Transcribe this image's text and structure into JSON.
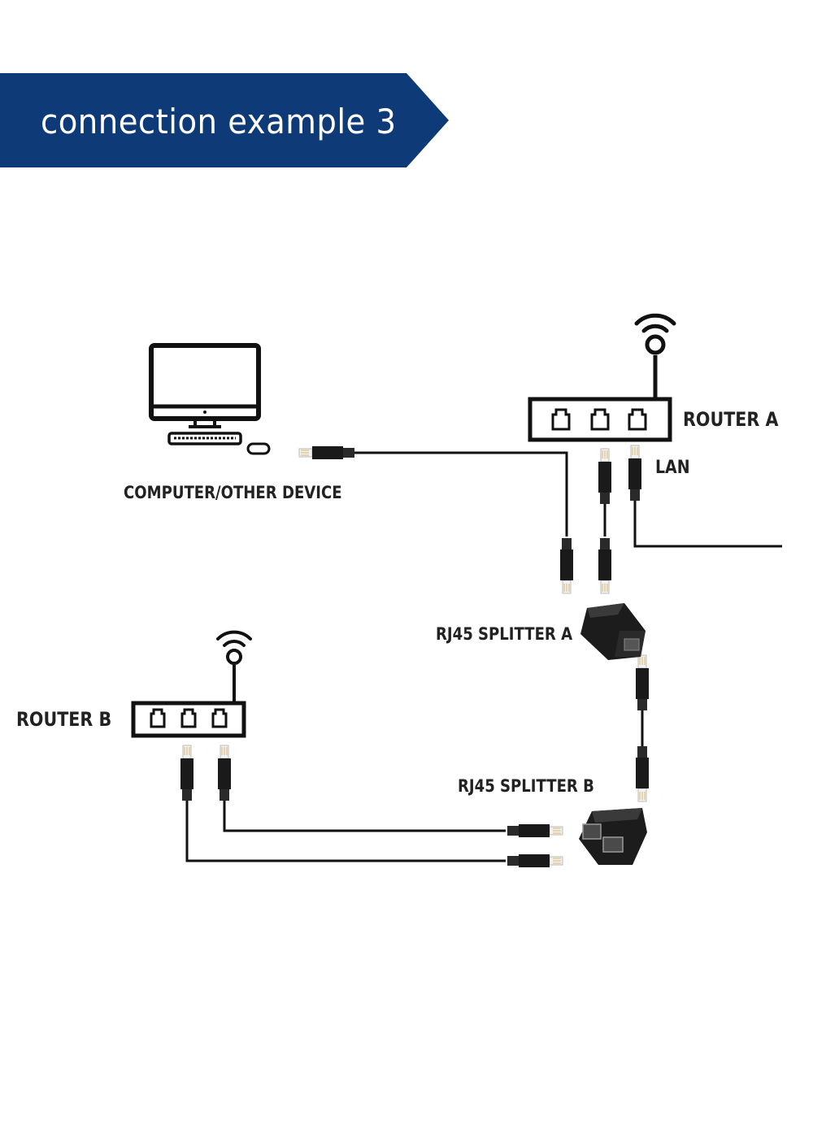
{
  "banner": {
    "title": "connection  example  3",
    "color": "#0e3a78"
  },
  "labels": {
    "computer": "COMPUTER/OTHER DEVICE",
    "router_a": "ROUTER  A",
    "lan": "LAN",
    "splitter_a": "RJ45 SPLITTER A",
    "router_b": "ROUTER  B",
    "splitter_b": "RJ45 SPLITTER B"
  },
  "icons": {
    "computer": "desktop-computer-icon",
    "router": "wifi-router-icon",
    "splitter": "rj45-splitter-icon",
    "plug": "rj45-plug-icon"
  }
}
